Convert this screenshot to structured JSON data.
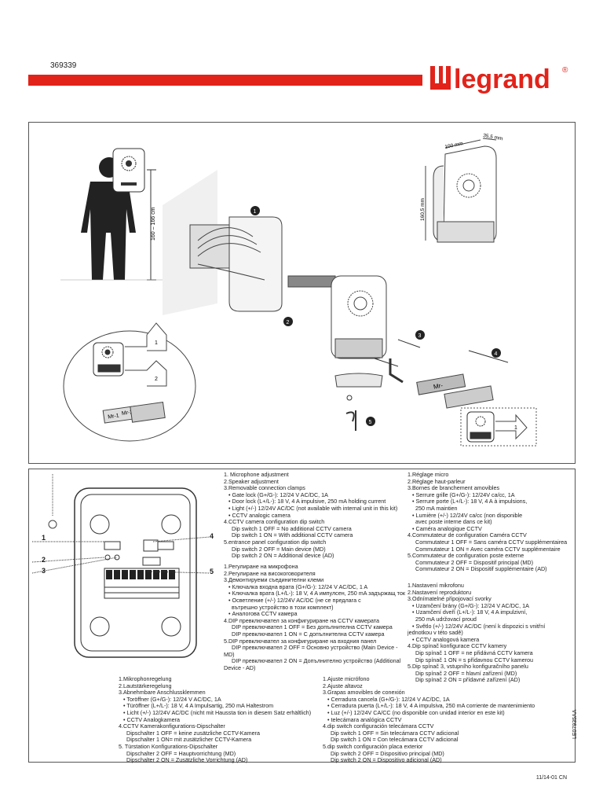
{
  "header": {
    "doc_number": "369339",
    "brand": "legrand",
    "registered": "®",
    "brand_color": "#e2231a"
  },
  "diagram1": {
    "height_label": "160 – 166 cm",
    "dim_width": "100 mm",
    "dim_depth": "35,5 mm",
    "dim_height": "160,5 mm",
    "steps": [
      "1",
      "2",
      "3",
      "4",
      "5"
    ],
    "box_numbers": [
      "1",
      "2",
      "1"
    ],
    "label_left": "Mr-1",
    "label_left2": "Mr-2",
    "label_right": "Mr-"
  },
  "diagram2": {
    "callouts": [
      "1",
      "2",
      "3",
      "4",
      "5"
    ]
  },
  "texts": {
    "en": {
      "lines": [
        {
          "t": "1. Microphone adjustment",
          "c": "h"
        },
        {
          "t": "2.Speaker adjustment",
          "c": "h"
        },
        {
          "t": "3.Removable connection clamps",
          "c": "h"
        },
        {
          "t": "• Gate lock (G+/G-): 12/24 V AC/DC, 1A",
          "c": "i"
        },
        {
          "t": "• Door lock (L+/L-): 18 V, 4 A impulsive, 250 mA holding current",
          "c": "i"
        },
        {
          "t": "• Light (+/-) 12/24V AC/DC (not available with internal unit in this kit)",
          "c": "i"
        },
        {
          "t": "• CCTV analogic camera",
          "c": "i"
        },
        {
          "t": "4.CCTV camera configuration dip switch",
          "c": "h"
        },
        {
          "t": "Dip switch 1 OFF = No additional CCTV camera",
          "c": "j"
        },
        {
          "t": "Dip switch 1 ON = With additional CCTV camera",
          "c": "j"
        },
        {
          "t": "5.entrance panel configuration dip switch",
          "c": "h"
        },
        {
          "t": "Dip switch 2 OFF = Main device (MD)",
          "c": "j"
        },
        {
          "t": "Dip switch 2 ON = Additional device (AD)",
          "c": "j"
        }
      ]
    },
    "bg": {
      "lines": [
        {
          "t": "1.Регулиране на микрофона",
          "c": "h"
        },
        {
          "t": "2.Регулиране на високоговорителя",
          "c": "h"
        },
        {
          "t": "3.Демонтируеми съединителни клеми",
          "c": "h"
        },
        {
          "t": "• Ключалка входна врата (G+/G-): 12/24 V AC/DC, 1 A",
          "c": "i"
        },
        {
          "t": "• Ключалка врата (L+/L-): 18 V, 4 A импулсен, 250 mA задържащ ток",
          "c": "i"
        },
        {
          "t": "• Осветление (+/-) 12/24V AC/DC (не се предлага с",
          "c": "i"
        },
        {
          "t": "вътрешно устройство в този комплект)",
          "c": "j"
        },
        {
          "t": "• Аналогова CCTV камера",
          "c": "i"
        },
        {
          "t": "4.DIP превключвател за конфигуриране на CCTV камерата",
          "c": "h"
        },
        {
          "t": "DIP превключвател 1 OFF = Без допълнителна CCTV камера",
          "c": "j"
        },
        {
          "t": "DIP превключвател 1 ON = С допълнителна CCTV камера",
          "c": "j"
        },
        {
          "t": "5.DIP превключвател за конфигуриране на входния панел",
          "c": "h"
        },
        {
          "t": "DIP превключвател 2 OFF = Основно устройство (Main Device -",
          "c": "j"
        },
        {
          "t": "MD)",
          "c": "h"
        },
        {
          "t": "DIP превключвател 2 ON = Допълнително устройство (Additional",
          "c": "j"
        },
        {
          "t": "Device - AD)",
          "c": "h"
        }
      ]
    },
    "fr": {
      "lines": [
        {
          "t": "1.Réglage micro",
          "c": "h"
        },
        {
          "t": "2.Réglage haut-parleur",
          "c": "h"
        },
        {
          "t": "3.Bornes de branchement amovibles",
          "c": "h"
        },
        {
          "t": "• Serrure grille (G+/G-): 12/24V ca/cc, 1A",
          "c": "i"
        },
        {
          "t": "• Serrure porte (L+/L-): 18 V, 4 A à impulsions,",
          "c": "i"
        },
        {
          "t": "250 mA maintien",
          "c": "j"
        },
        {
          "t": "• Lumière (+/-) 12/24V ca/cc (non disponible",
          "c": "i"
        },
        {
          "t": "avec poste interne dans ce kit)",
          "c": "j"
        },
        {
          "t": "• Caméra analogique CCTV",
          "c": "i"
        },
        {
          "t": "4.Commutateur de configuration Caméra CCTV",
          "c": "h"
        },
        {
          "t": "Commutateur 1 OFF = Sans caméra CCTV supplémentairea",
          "c": "j"
        },
        {
          "t": "Commutateur 1 ON = Avec caméra CCTV supplémentaire",
          "c": "j"
        },
        {
          "t": "5.Commutateur de configuration poste externe",
          "c": "h"
        },
        {
          "t": "Commutateur 2 OFF = Dispositif principal (MD)",
          "c": "j"
        },
        {
          "t": "Commutateur 2 ON = Dispositif supplémentaire (AD)",
          "c": "j"
        }
      ]
    },
    "cs": {
      "lines": [
        {
          "t": "1.Nastavení mikrofonu",
          "c": "h"
        },
        {
          "t": "2.Nastavení reproduktoru",
          "c": "h"
        },
        {
          "t": "3.Odnímatelné připojovací svorky",
          "c": "h"
        },
        {
          "t": "• Uzamčení brány (G+/G-): 12/24 V AC/DC, 1A",
          "c": "i"
        },
        {
          "t": "• Uzamčení dveří (L+/L-): 18 V, 4 A impulzivní,",
          "c": "i"
        },
        {
          "t": "250 mA udržovací proud",
          "c": "j"
        },
        {
          "t": "• Světlo (+/-) 12/24V AC/DC (není k dispozici s vnitřní",
          "c": "i"
        },
        {
          "t": "jednotkou v této sadě)",
          "c": "h"
        },
        {
          "t": "• CCTV analogová kamera",
          "c": "i"
        },
        {
          "t": "4.Dip spínač konfigurace CCTV kamery",
          "c": "h"
        },
        {
          "t": "Dip spínač 1 OFF = ne přidávná CCTV kamera",
          "c": "j"
        },
        {
          "t": "Dip spínač 1 ON = s přídavnou CCTV kamerou",
          "c": "j"
        },
        {
          "t": "5.Dip spínač 3, vstupního konfiguračního panelu",
          "c": "h"
        },
        {
          "t": "Dip spínač 2 OFF = hlavní zařízení (MD)",
          "c": "j"
        },
        {
          "t": "Dip spínač 2 ON = přídavné zařízení (AD)",
          "c": "j"
        }
      ]
    },
    "de": {
      "lines": [
        {
          "t": "1.Mikrophonregelung",
          "c": "h"
        },
        {
          "t": "2.Lautstärkeregelung",
          "c": "h"
        },
        {
          "t": "3.Abnehmbare Anschlussklemmen",
          "c": "h"
        },
        {
          "t": "• Toröffner (G+/G-): 12/24 V AC/DC, 1A",
          "c": "i"
        },
        {
          "t": "• Türöffner (L+/L-): 18 V, 4 A Impulsartig, 250 mA Haltestrom",
          "c": "i"
        },
        {
          "t": "• Licht (+/-) 12/24V AC/DC (nicht mit Haussta tion in diesem Satz erhältlich)",
          "c": "i"
        },
        {
          "t": "• CCTV Analogkamera",
          "c": "i"
        },
        {
          "t": "4.CCTV Kamerakonfigurations-Dipschalter",
          "c": "h"
        },
        {
          "t": "Dipschalter 1 OFF = keine zusätzliche CCTV-Kamera",
          "c": "j"
        },
        {
          "t": "Dipschalter 1 ON= mit zusätzlicher CCTV-Kamera",
          "c": "j"
        },
        {
          "t": "5. Türstation Konfigurations-Dipschalter",
          "c": "h"
        },
        {
          "t": "Dipschalter 2 OFF = Hauptvorrichtung (MD)",
          "c": "j"
        },
        {
          "t": "Dipschalter 2 ON = Zusätzliche Vorrichtung (AD)",
          "c": "j"
        }
      ]
    },
    "es": {
      "lines": [
        {
          "t": "1.Ajuste micrófono",
          "c": "h"
        },
        {
          "t": "2.Ajuste altavoz",
          "c": "h"
        },
        {
          "t": "3.Grapas amovibles de conexión",
          "c": "h"
        },
        {
          "t": "• Cerradura cancela (G+/G-): 12/24 V AC/DC, 1A",
          "c": "i"
        },
        {
          "t": "• Cerradura puerta (L+/L-): 18 V, 4 A impulsiva, 250 mA corriente de mantenimiento",
          "c": "i"
        },
        {
          "t": "• Luz (+/-) 12/24V CA/CC (no disponible con unidad interior en este kit)",
          "c": "i"
        },
        {
          "t": "• telecámara analógica CCTV",
          "c": "i"
        },
        {
          "t": "4.dip switch configuración telecámara CCTV",
          "c": "h"
        },
        {
          "t": "Dip switch 1 OFF = Sin telecámara CCTV adicional",
          "c": "j"
        },
        {
          "t": "Dip switch 1 ON = Con telecámara CCTV adicional",
          "c": "j"
        },
        {
          "t": "5.dip switch configuración placa exterior",
          "c": "h"
        },
        {
          "t": "Dip switch 2 OFF = Dispositivo principal (MD)",
          "c": "j"
        },
        {
          "t": "Dip switch 2 ON = Dispositivo adicional (AD)",
          "c": "j"
        }
      ]
    }
  },
  "footer": {
    "vertical_code": "LE07935AA",
    "date_code": "11/14-01 CN"
  }
}
